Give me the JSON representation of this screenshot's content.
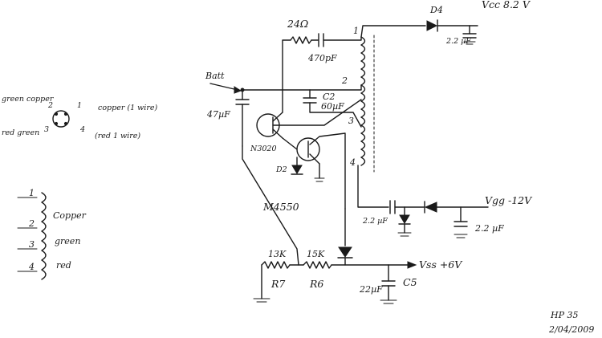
{
  "labels": {
    "r_top": "24Ω",
    "c_top": "470pF",
    "d4": "D4",
    "vcc": "Vcc 8.2 V",
    "c_vcc": "2.2 µF",
    "batt": "Batt",
    "c_batt": "47µF",
    "c2_name": "C2",
    "c2_val": "60µF",
    "q1": "N3020",
    "q2": "M4550",
    "d2": "D2",
    "vgg": "Vgg -12V",
    "c_vgg_left": "2.2 µF",
    "c_vgg_right": "2.2 µF",
    "r7_val": "13K",
    "r7_name": "R7",
    "r6_val": "15K",
    "r6_name": "R6",
    "vss": "Vss +6V",
    "c5_val": "22µF",
    "c5_name": "C5",
    "pin1": "1",
    "pin2": "2",
    "pin3": "3",
    "pin4": "4",
    "footer_model": "HP 35",
    "footer_date": "2/04/2009"
  },
  "wire_key": {
    "top_left": "green\ncopper",
    "top_right": "copper\n(1 wire)",
    "bottom_left": "red\ngreen",
    "bottom_right": "(red\n1 wire)",
    "n1": "1",
    "n2": "2",
    "n3": "3",
    "n4": "4"
  },
  "coil_key": {
    "p1": "1",
    "p2": "2",
    "p3": "3",
    "p4": "4",
    "copper": "Copper",
    "green": "green",
    "red": "red"
  }
}
